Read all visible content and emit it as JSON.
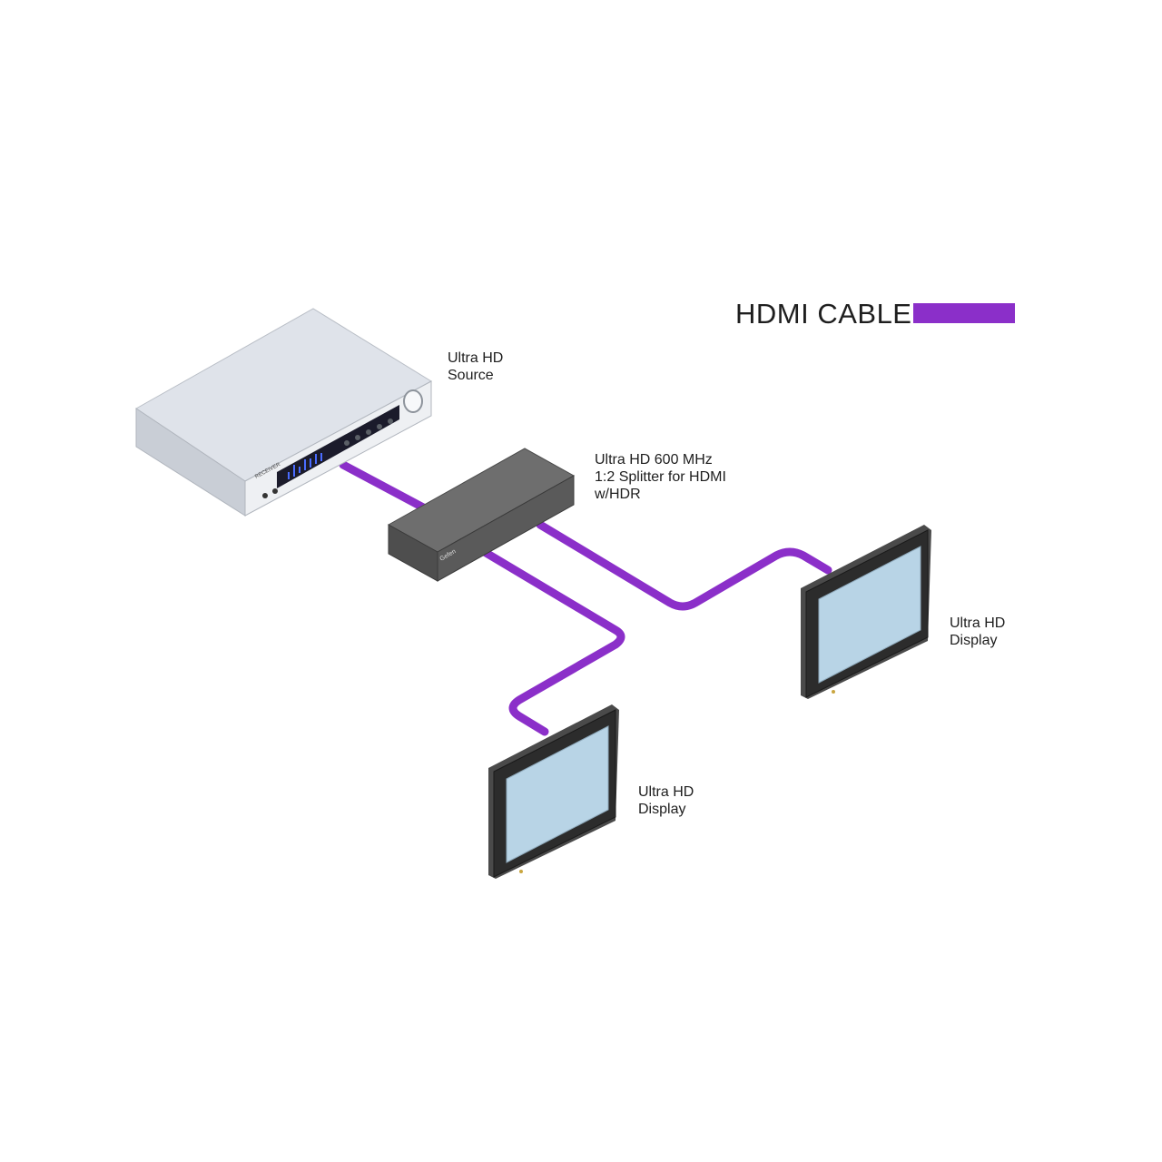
{
  "legend": {
    "label": "HDMI CABLE",
    "color": "#8b2fc9"
  },
  "devices": {
    "source": {
      "line1": "Ultra HD",
      "line2": "Source",
      "front_text": "RECEIVER"
    },
    "splitter": {
      "line1": "Ultra HD 600 MHz",
      "line2": "1:2 Splitter for HDMI",
      "line3": "w/HDR",
      "brand_text": "Gefen"
    },
    "display_right": {
      "line1": "Ultra HD",
      "line2": "Display"
    },
    "display_left": {
      "line1": "Ultra HD",
      "line2": "Display"
    }
  },
  "colors": {
    "cable": "#8b2fc9",
    "source_body": "#e4e8ee",
    "splitter_body": "#5c5c5c",
    "screen": "#b8d4e6",
    "bezel": "#2a2a2a"
  }
}
